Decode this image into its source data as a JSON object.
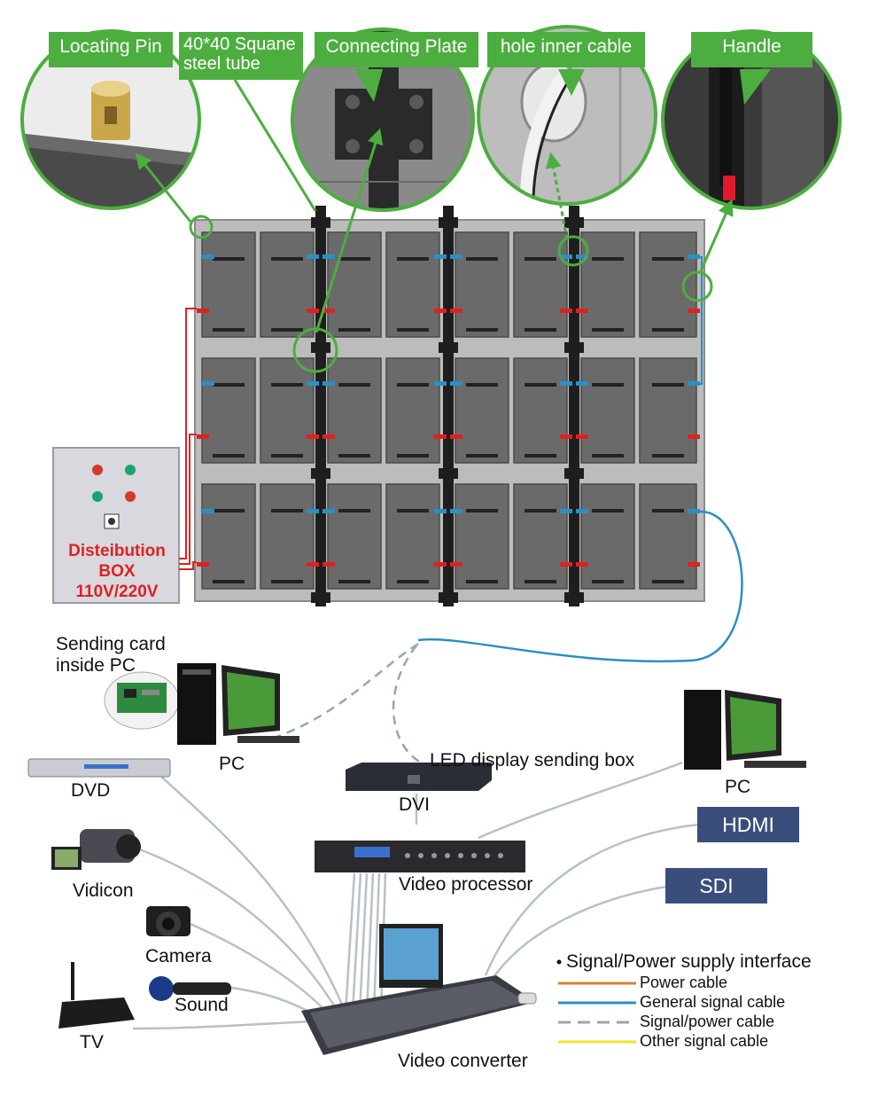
{
  "callouts": {
    "locating_pin": "Locating Pin",
    "steel_tube": "40*40 Squane steel tube",
    "connecting_plate": "Connecting Plate",
    "hole_inner_cable": "hole inner cable",
    "handle": "Handle"
  },
  "distribution_box": {
    "line1": "Disteibution",
    "line2": "BOX",
    "line3": "110V/220V"
  },
  "devices": {
    "sending_card": "Sending card inside PC",
    "pc_left": "PC",
    "dvd": "DVD",
    "sending_box": "LED display sending box",
    "pc_right": "PC",
    "dvi": "DVI",
    "hdmi": "HDMI",
    "vidicon": "Vidicon",
    "video_processor": "Video processor",
    "sdi": "SDI",
    "camera": "Camera",
    "sound": "Sound",
    "tv": "TV",
    "video_converter": "Video converter"
  },
  "legend": {
    "title": "Signal/Power supply interface",
    "items": [
      {
        "label": "Power cable",
        "color": "#d9822b",
        "style": "solid"
      },
      {
        "label": "General signal cable",
        "color": "#2b8fc4",
        "style": "solid"
      },
      {
        "label": "Signal/power cable",
        "color": "#9aa5b1",
        "style": "dashed"
      },
      {
        "label": "Other signal cable",
        "color": "#f2e22c",
        "style": "solid"
      }
    ]
  },
  "colors": {
    "callout_green": "#4cae3f",
    "tag_blue": "#3a4e7c",
    "power_red": "#e02020",
    "signal_blue": "#2b8fc4"
  }
}
